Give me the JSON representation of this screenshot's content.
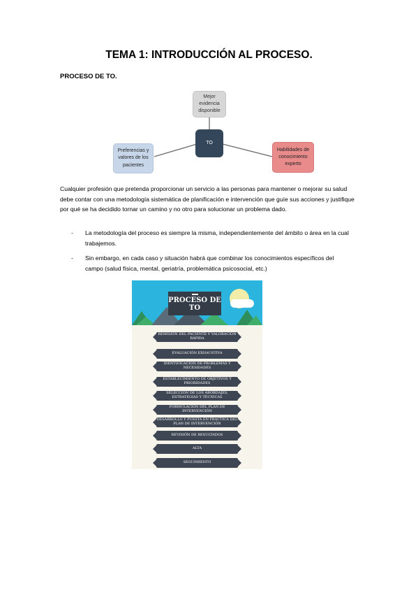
{
  "document": {
    "title": "TEMA 1: INTRODUCCIÓN AL PROCESO.",
    "subtitle": "PROCESO DE TO."
  },
  "diagram": {
    "top": "Mejor evidencia disponible",
    "center": "TO",
    "left": "Preferencias y valores de los pacientes",
    "right": "Habilidades de conocimiento experto"
  },
  "paragraph": "Cualquier profesión que pretenda proporcionar un servicio a las personas para mantener o mejorar su salud debe contar con una metodología sistemática de planificación e intervención que guíe sus acciones y justifique por qué se ha decidido tornar un camino y no otro para solucionar un problema dado.",
  "bullets": [
    {
      "dash": "-",
      "text": "La metodología del proceso es siempre la misma, independientemente del ámbito o área en la cual trabajemos."
    },
    {
      "dash": "-",
      "text": "Sin embargo, en cada caso y situación habrá que combinar los conocimientos específicos del campo (salud física, mental, geriatría, problemática psicosocial, etc.)"
    }
  ],
  "infographic": {
    "title": "PROCESO DE TO",
    "steps": [
      "REMISIÓN DEL PACIENTE Y VALORACIÓN RÁPIDA",
      "EVALUACIÓN EXHAUSTIVA",
      "IDENTIFICACIÓN DE PROBLEMAS Y NECESIDADES",
      "ESTABLECIMIENTO DE OBJETIVOS Y PRIORIDADES",
      "SELECCIÓN DE LOS ABORDAJES, ESTRATEGIAS Y TÉCNICAS",
      "FORMULACIÓN DEL PLAN DE INTERVENCIÓN",
      "DESARROLLO Y PUESTA EN PRÁCTICA DEL PLAN DE INTERVENCIÓN",
      "REVISIÓN DE RESULTADOS",
      "ALTA",
      "SEGUIMIENTO"
    ],
    "colors": {
      "sky": "#2bb5de",
      "banner": "#3d4652",
      "background": "#f7f4ec"
    }
  }
}
